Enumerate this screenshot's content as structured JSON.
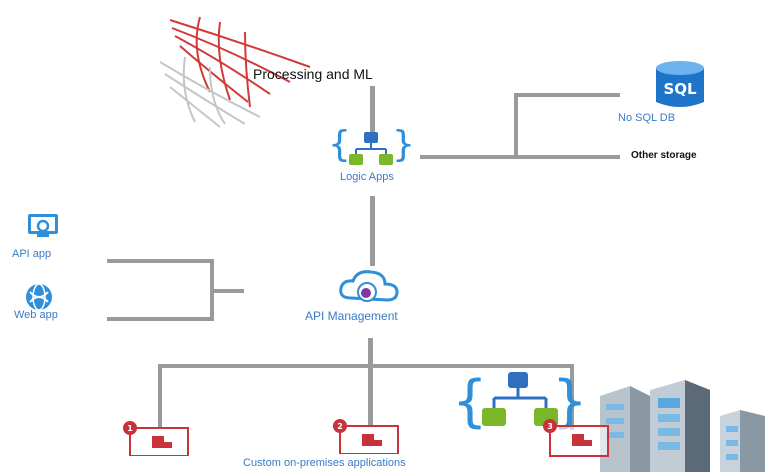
{
  "nodes": {
    "processing": {
      "label": "Processing and ML",
      "icon": "sql-server-icon"
    },
    "logic_apps": {
      "label": "Logic Apps",
      "icon": "logic-apps-icon"
    },
    "nosql": {
      "label": "No SQL DB",
      "icon": "sql-database-icon",
      "icon_text": "SQL"
    },
    "other_storage": {
      "label": "Other storage"
    },
    "api_app": {
      "label": "API app",
      "icon": "api-app-icon"
    },
    "web_app": {
      "label": "Web app",
      "icon": "web-app-icon"
    },
    "api_management": {
      "label": "API Management",
      "icon": "api-management-icon"
    },
    "onprem": {
      "label": "Custom on-premises applications",
      "apps": [
        {
          "badge": "1",
          "icon": "application-icon"
        },
        {
          "badge": "2",
          "icon": "application-icon"
        },
        {
          "badge": "3",
          "icon": "application-icon"
        }
      ]
    },
    "workflow": {
      "icon": "logic-apps-icon"
    },
    "buildings": {
      "icon": "buildings-icon"
    }
  },
  "colors": {
    "connector": "#9a9a9a",
    "azure_blue": "#2f8fd8",
    "green": "#7ab829",
    "red": "#c8323a",
    "purple": "#7c3a9a"
  }
}
